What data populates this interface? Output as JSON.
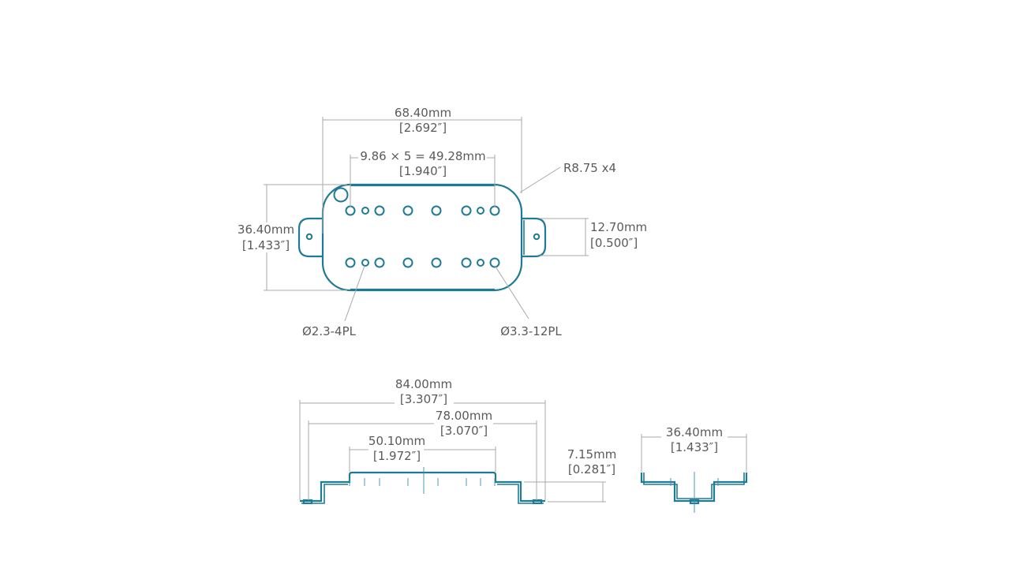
{
  "colors": {
    "part": "#1f7a94",
    "dimension": "#a8a8a8",
    "text": "#5a5a5a"
  },
  "top_view": {
    "width_mm": "68.40mm",
    "width_in": "[2.692″]",
    "pitch_mm": "9.86 × 5 = 49.28mm",
    "pitch_in": "[1.940″]",
    "radius": "R8.75 x4",
    "height_mm": "36.40mm",
    "height_in": "[1.433″]",
    "tab_mm": "12.70mm",
    "tab_in": "[0.500″]",
    "small_hole": "Ø2.3-4PL",
    "large_hole": "Ø3.3-12PL"
  },
  "side_view": {
    "overall_mm": "84.00mm",
    "overall_in": "[3.307″]",
    "inner_mm": "78.00mm",
    "inner_in": "[3.070″]",
    "top_mm": "50.10mm",
    "top_in": "[1.972″]",
    "height_mm": "7.15mm",
    "height_in": "[0.281″]"
  },
  "end_view": {
    "width_mm": "36.40mm",
    "width_in": "[1.433″]"
  }
}
